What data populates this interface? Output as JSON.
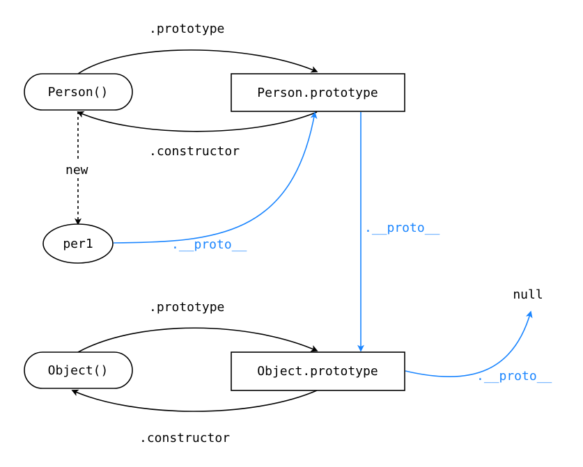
{
  "nodes": {
    "person_fn": "Person()",
    "person_proto": "Person.prototype",
    "per1": "per1",
    "object_fn": "Object()",
    "object_proto": "Object.prototype",
    "null_label": "null"
  },
  "edges": {
    "person_prototype": ".prototype",
    "person_constructor": ".constructor",
    "new": "new",
    "per1_proto": ".__proto__",
    "person_proto_proto": ".__proto__",
    "object_prototype": ".prototype",
    "object_constructor": ".constructor",
    "object_proto_proto": ".__proto__"
  },
  "colors": {
    "proto_link": "#1a85ff",
    "default_link": "#000000"
  }
}
